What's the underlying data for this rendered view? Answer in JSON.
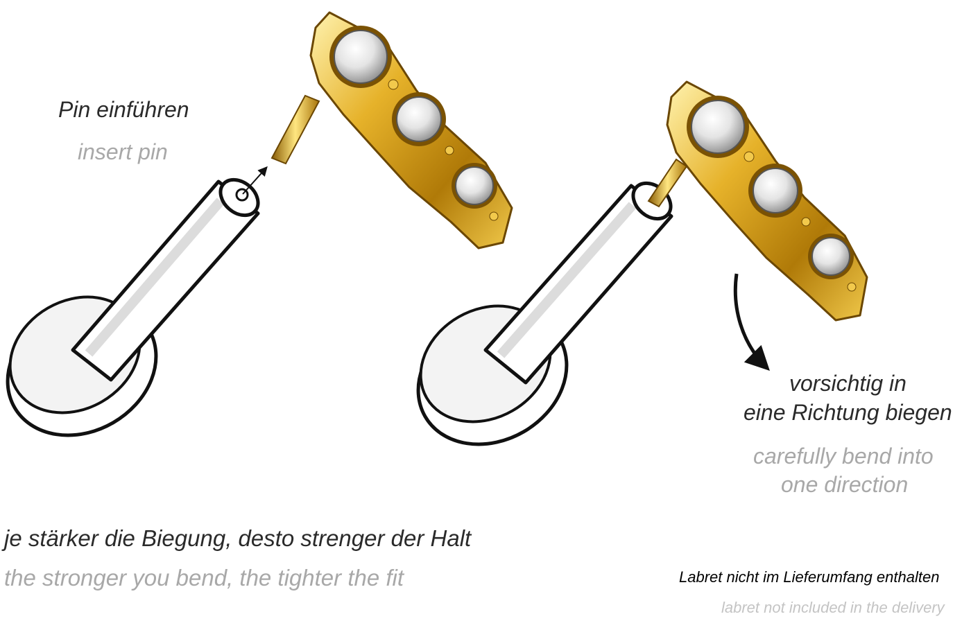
{
  "step1": {
    "de": "Pin einführen",
    "en": "insert pin"
  },
  "step2": {
    "de_line1": "vorsichtig in",
    "de_line2": "eine Richtung biegen",
    "en_line1": "carefully bend into",
    "en_line2": "one direction"
  },
  "tip": {
    "de": "je stärker die Biegung, desto strenger der Halt",
    "en": "the stronger you bend, the tighter the fit"
  },
  "note": {
    "de": "Labret nicht im Lieferumfang enthalten",
    "en": "labret not included in the delivery"
  },
  "colors": {
    "gold": "#e0a91c",
    "gold_dark": "#8a5d05",
    "outline": "#111111",
    "text_de": "#2a2a2a",
    "text_en": "#a8a8a8"
  }
}
